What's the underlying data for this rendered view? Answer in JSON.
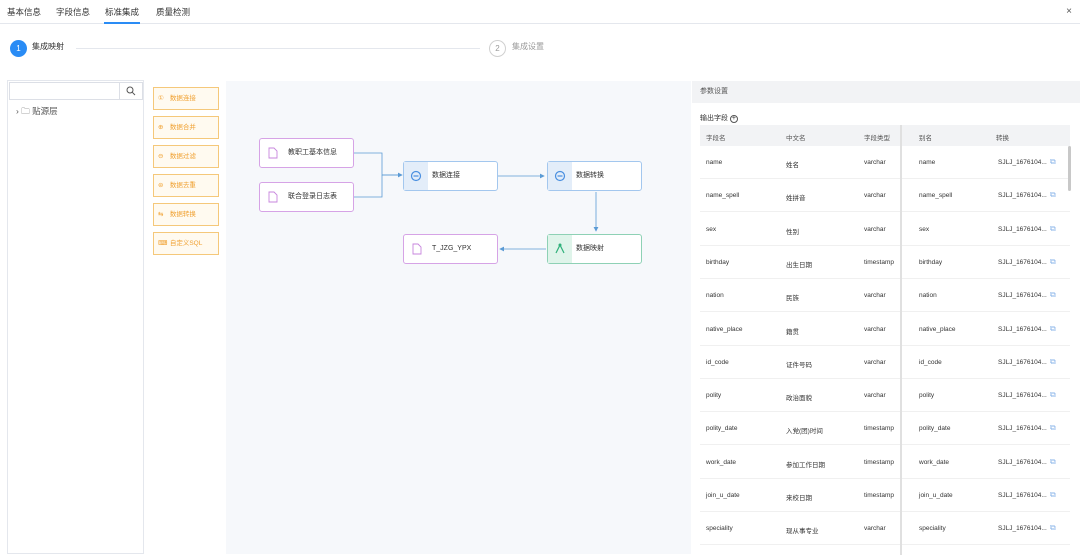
{
  "tabs": [
    {
      "label": "基本信息"
    },
    {
      "label": "字段信息"
    },
    {
      "label": "标准集成"
    },
    {
      "label": "质量检测"
    }
  ],
  "close_label": "×",
  "steps": [
    {
      "num": "1",
      "label": "集成映射"
    },
    {
      "num": "2",
      "label": "集成设置"
    }
  ],
  "left": {
    "search_placeholder": "",
    "tree_item": "贴源层"
  },
  "palette": [
    {
      "icon": "①",
      "label": "数据连接"
    },
    {
      "icon": "⊕",
      "label": "数据合并"
    },
    {
      "icon": "⊖",
      "label": "数据过滤"
    },
    {
      "icon": "⊜",
      "label": "数据去重"
    },
    {
      "icon": "⇆",
      "label": "数据转换"
    },
    {
      "icon": "⌨",
      "label": "自定义SQL"
    }
  ],
  "nodes": {
    "source1": "教职工基本信息",
    "source2": "联合登录日志表",
    "join": "数据连接",
    "convert": "数据转换",
    "map": "数据映射",
    "target": "T_JZG_YPX"
  },
  "panel": {
    "title": "参数设置",
    "output_label": "输出字段",
    "headers": [
      "字段名",
      "中文名",
      "字段类型",
      "别名",
      "转换"
    ],
    "rows": [
      [
        "name",
        "姓名",
        "varchar",
        "name",
        "SJLJ_1676104..."
      ],
      [
        "name_spell",
        "姓拼音",
        "varchar",
        "name_spell",
        "SJLJ_1676104..."
      ],
      [
        "sex",
        "性别",
        "varchar",
        "sex",
        "SJLJ_1676104..."
      ],
      [
        "birthday",
        "出生日期",
        "timestamp",
        "birthday",
        "SJLJ_1676104..."
      ],
      [
        "nation",
        "民族",
        "varchar",
        "nation",
        "SJLJ_1676104..."
      ],
      [
        "native_place",
        "籍贯",
        "varchar",
        "native_place",
        "SJLJ_1676104..."
      ],
      [
        "id_code",
        "证件号码",
        "varchar",
        "id_code",
        "SJLJ_1676104..."
      ],
      [
        "polity",
        "政治面貌",
        "varchar",
        "polity",
        "SJLJ_1676104..."
      ],
      [
        "polity_date",
        "入党(团)时间",
        "timestamp",
        "polity_date",
        "SJLJ_1676104..."
      ],
      [
        "work_date",
        "参加工作日期",
        "timestamp",
        "work_date",
        "SJLJ_1676104..."
      ],
      [
        "join_u_date",
        "来校日期",
        "timestamp",
        "join_u_date",
        "SJLJ_1676104..."
      ],
      [
        "speciality",
        "现从事专业",
        "varchar",
        "speciality",
        "SJLJ_1676104..."
      ]
    ]
  },
  "colors": {
    "accent": "#2a8cf5",
    "palette_border": "#f5c87a",
    "palette_text": "#f0a030"
  }
}
